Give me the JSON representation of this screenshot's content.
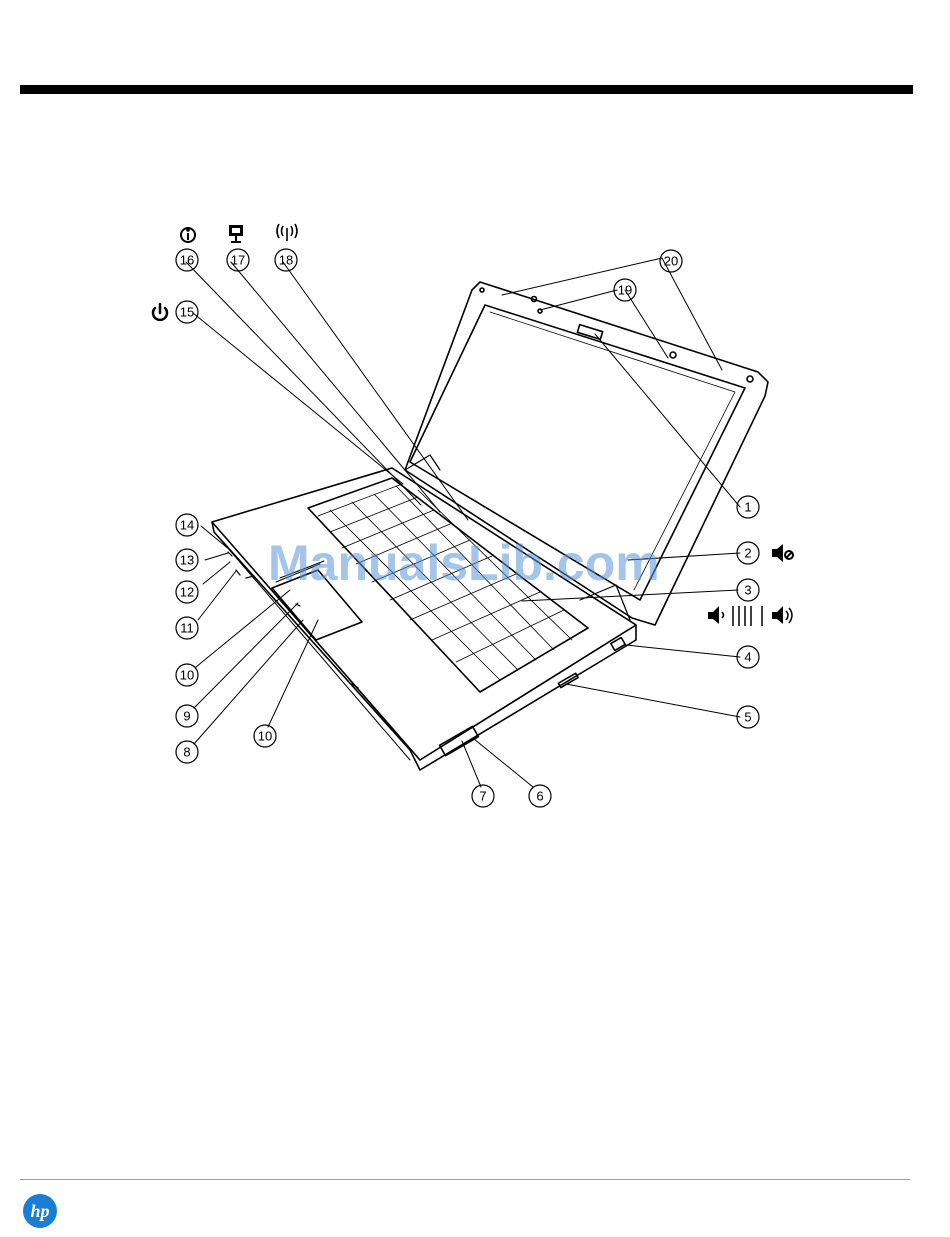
{
  "watermark": "ManualsLib.com",
  "callouts": {
    "c1": "1",
    "c2": "2",
    "c3": "3",
    "c4": "4",
    "c5": "5",
    "c6": "6",
    "c7": "7",
    "c8": "8",
    "c9": "9",
    "c10a": "10",
    "c10b": "10",
    "c11": "11",
    "c12": "12",
    "c13": "13",
    "c14": "14",
    "c15": "15",
    "c16": "16",
    "c17": "17",
    "c18": "18",
    "c19": "19",
    "c20": "20"
  },
  "logo": {
    "text": "hp",
    "color": "#1a7fd4"
  },
  "icons": [
    "info-icon",
    "presentation-icon",
    "wireless-icon",
    "power-icon",
    "mute-icon",
    "volume-down-icon",
    "volume-up-icon"
  ]
}
